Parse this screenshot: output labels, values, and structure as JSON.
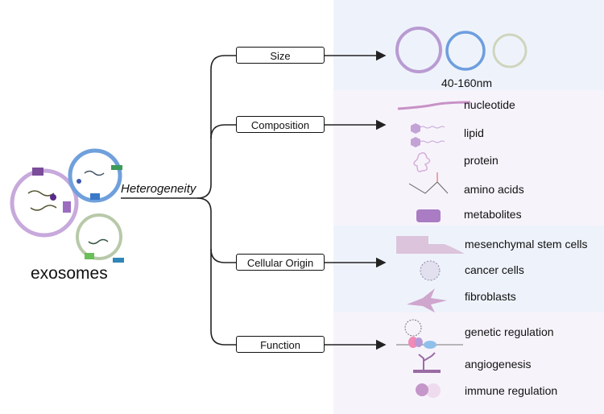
{
  "colors": {
    "panel_blue": "#eef3fb",
    "panel_lavender": "#f7f3fb",
    "purple": "#b89bd0",
    "blue": "#6f9fdc",
    "green": "#c9d3b8"
  },
  "main": {
    "title": "exosomes",
    "branch_label": "Heterogeneity"
  },
  "categories": [
    {
      "label": "Size",
      "items": [
        "40-160nm"
      ]
    },
    {
      "label": "Composition",
      "items": [
        "nucleotide",
        "lipid",
        "protein",
        "amino acids",
        "metabolites"
      ]
    },
    {
      "label": "Cellular Origin",
      "items": [
        "mesenchymal stem cells",
        "cancer cells",
        "fibroblasts"
      ]
    },
    {
      "label": "Function",
      "items": [
        "genetic regulation",
        "angiogenesis",
        "immune regulation"
      ]
    }
  ]
}
